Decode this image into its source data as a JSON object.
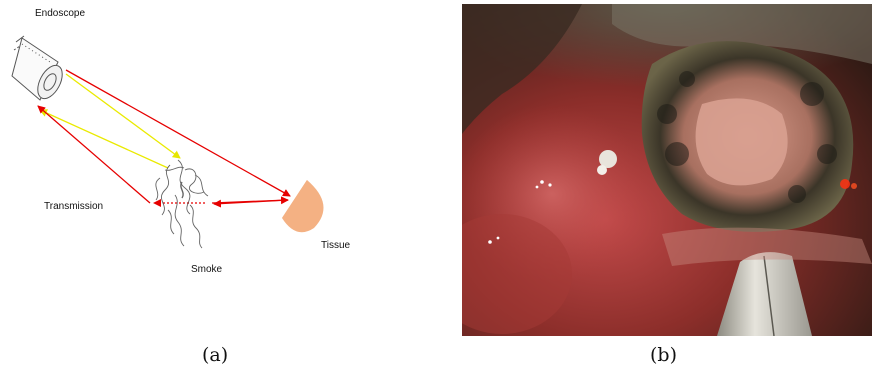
{
  "diagram": {
    "labels": {
      "endoscope": "Endoscope",
      "transmission": "Transmission",
      "smoke": "Smoke",
      "tissue": "Tissue"
    },
    "colors": {
      "yellow_ray": "#ffff00",
      "red_ray": "#e60000",
      "tissue": "#f4b183",
      "smoke": "#555555"
    }
  },
  "captions": {
    "a": "(a)",
    "b": "(b)"
  },
  "photo": {
    "description_icon": "endoscopic-surgery-photo"
  }
}
